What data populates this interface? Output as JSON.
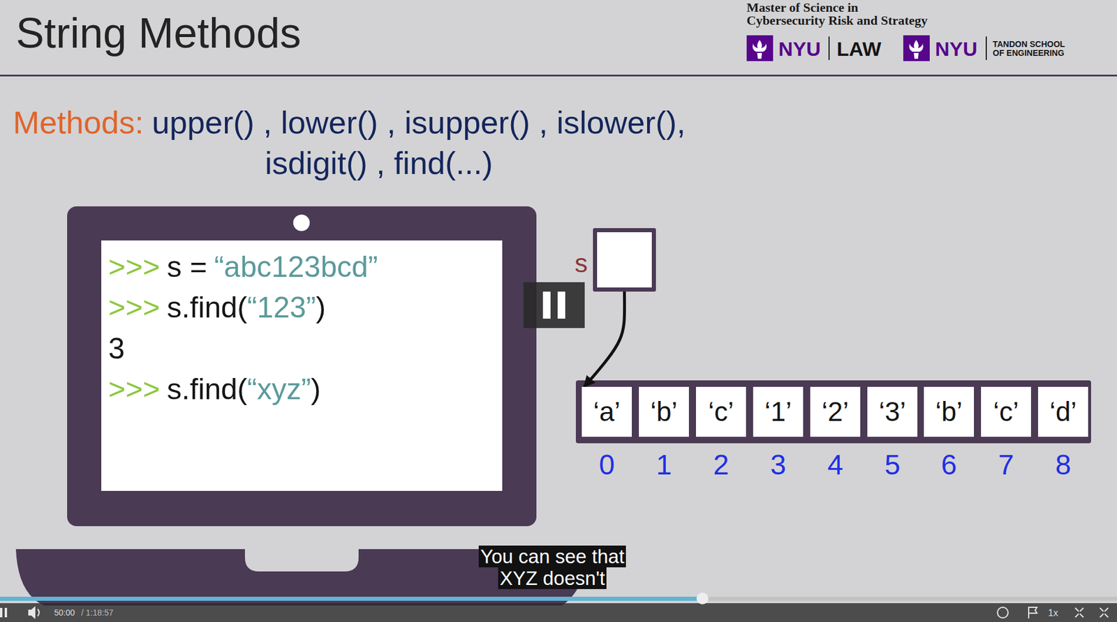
{
  "diagram": {
    "title": "String Methods",
    "nodes": [
      {
        "text": [
          "s"
        ]
      },
      {
        "text": [
          "‘a’",
          "0"
        ]
      },
      {
        "text": [
          "‘b’",
          "1"
        ]
      },
      {
        "text": [
          "‘c’",
          "2"
        ]
      },
      {
        "text": [
          "‘1’",
          "3"
        ]
      },
      {
        "text": [
          "‘2’",
          "4"
        ]
      },
      {
        "text": [
          "‘3’",
          "5"
        ]
      },
      {
        "text": [
          "‘b’",
          "6"
        ]
      },
      {
        "text": [
          "‘c’",
          "7"
        ]
      },
      {
        "text": [
          "‘d’",
          "8"
        ]
      }
    ],
    "edges": [
      {
        "from": 0,
        "to": 1,
        "arrow": "to"
      }
    ],
    "labels": [
      "Master of Science in",
      "Cybersecurity Risk and Strategy",
      "NYU",
      "LAW",
      "NYU",
      "TANDON SCHOOL OF ENGINEERING",
      "Methods:",
      "upper() , lower() , isupper() , islower(),",
      "isdigit() , find(...)",
      ">>>",
      "s =",
      "“abc123bcd”",
      ">>>",
      "s.find(",
      "“123”",
      ")",
      "3",
      ">>>",
      "s.find(",
      "“xyz”",
      ")",
      "You can see that XYZ doesn't",
      "50:00",
      "/ 1:18:57",
      "1x"
    ]
  }
}
